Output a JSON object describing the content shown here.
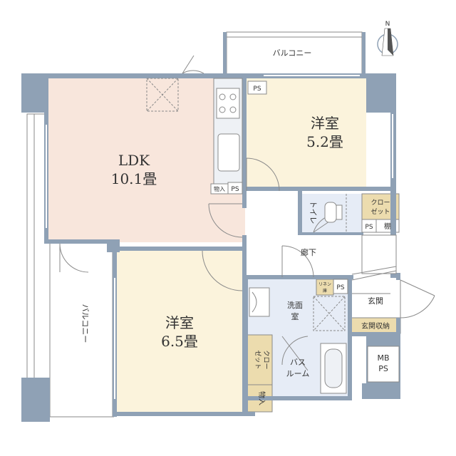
{
  "colors": {
    "wall": "#8fa1b5",
    "ldk_floor": "#f8e6dc",
    "western_floor": "#fbf3dc",
    "wet_floor": "#e6ecf6",
    "storage_floor": "#ecdcae",
    "corridor_floor": "#ffffff",
    "fixture_fill": "#eef1f5",
    "line": "#8a8a8a"
  },
  "compass": {
    "icon": "north-arrow-icon",
    "label": "N"
  },
  "rooms": {
    "ldk": {
      "name": "LDK",
      "size": "10.1畳"
    },
    "western_1": {
      "name": "洋室",
      "size": "5.2畳"
    },
    "western_2": {
      "name": "洋室",
      "size": "6.5畳"
    },
    "toilet": {
      "name": "トイレ"
    },
    "corridor": {
      "name": "廊下"
    },
    "washroom": {
      "name_line1": "洗面",
      "name_line2": "室"
    },
    "bathroom": {
      "name_line1": "バス",
      "name_line2": "ルーム"
    },
    "entrance": {
      "name": "玄関"
    }
  },
  "storage": {
    "closet_upper_line1": "クロー",
    "closet_upper_line2": "ゼット",
    "shelf": "棚",
    "linen_line1": "リネン",
    "linen_line2": "庫",
    "entrance_storage": "玄関収納",
    "closet_lower_line1": "クロー",
    "closet_lower_line2": "ゼット",
    "storage_lower": "物入",
    "storage_ldk": "物入"
  },
  "shafts": {
    "ps_top": "PS",
    "ps_ldk": "PS",
    "ps_toilet": "PS",
    "ps_linen": "PS",
    "mbps_line1": "MB",
    "mbps_line2": "PS"
  },
  "balconies": {
    "top": "バルコニー",
    "left": "バルコニー"
  }
}
